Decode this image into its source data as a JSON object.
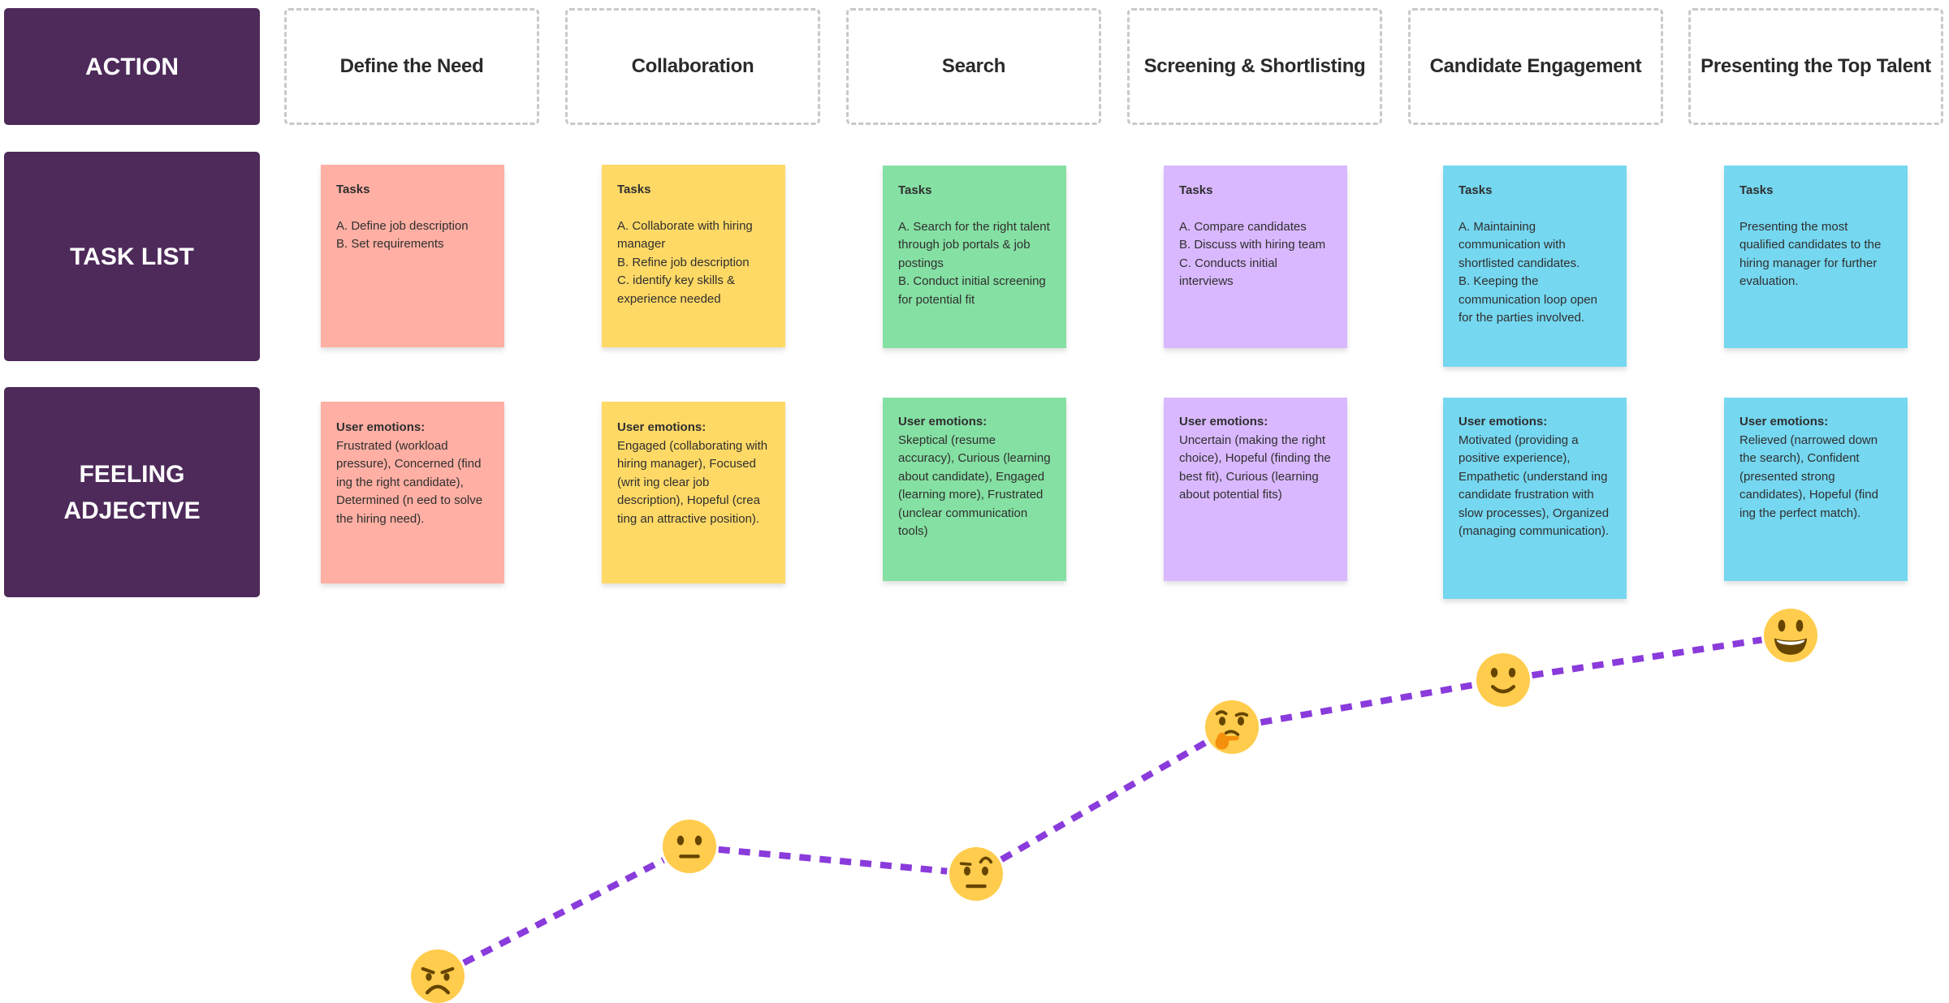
{
  "rows": {
    "action": "ACTION",
    "task_list": "TASK LIST",
    "feeling": "FEELING ADJECTIVE"
  },
  "stages": [
    {
      "title": "Define the Need",
      "color": "#ffafa3",
      "tasks_title": "Tasks",
      "tasks": "A. Define job description\nB. Set requirements",
      "emotions_title": "User emotions:",
      "emotions": "Frustrated (workload pressure), Concerned (find ing the right candidate), Determined (n eed to solve the hiring need).",
      "emoji": "angry-face",
      "sentiment": 0.0
    },
    {
      "title": "Collaboration",
      "color": "#ffd966",
      "tasks_title": "Tasks",
      "tasks": "A. Collaborate with hiring manager\nB. Refine job description\nC. identify key skills & experience needed",
      "emotions_title": "User emotions:",
      "emotions": "Engaged (collaborating with hiring manager), Focused (writ ing clear job description), Hopeful (crea ting an attractive position).",
      "emoji": "neutral-face",
      "sentiment": 0.38
    },
    {
      "title": "Search",
      "color": "#85e0a3",
      "tasks_title": "Tasks",
      "tasks": "A. Search for the right talent through job portals & job postings\nB. Conduct initial screening for potential fit",
      "emotions_title": "User emotions:",
      "emotions": "Skeptical (resume accuracy), Curious (learning about candidate), Engaged (learning more), Frustrated (unclear communication tools)",
      "emoji": "face-with-raised-eyebrow",
      "sentiment": 0.3
    },
    {
      "title": "Screening & Shortlisting",
      "color": "#d9b8ff",
      "tasks_title": "Tasks",
      "tasks": "A. Compare candidates\nB. Discuss with hiring team\nC. Conducts initial interviews",
      "emotions_title": "User emotions:",
      "emotions": "Uncertain (making the right choice), Hopeful (finding the best fit), Curious (learning about potential fits)",
      "emoji": "thinking-face",
      "sentiment": 0.73
    },
    {
      "title": "Candidate Engagement",
      "color": "#75d7f0",
      "tasks_title": "Tasks",
      "tasks": "A. Maintaining communication with shortlisted candidates.\nB. Keeping the communication loop open for the parties involved.",
      "emotions_title": "User emotions:",
      "emotions": "Motivated (providing a positive experience), Empathetic (understand ing candidate frustration with slow processes), Organized (managing communication).",
      "emoji": "slightly-smiling-face",
      "sentiment": 0.87
    },
    {
      "title": "Presenting the Top Talent",
      "color": "#75d7f0",
      "tasks_title": "Tasks",
      "tasks": "Presenting the most qualified candidates to the hiring manager for further evaluation.",
      "emotions_title": "User emotions:",
      "emotions": "Relieved (narrowed down the search), Confident (presented strong candidates), Hopeful (find ing the perfect match).",
      "emoji": "grinning-face",
      "sentiment": 1.0
    }
  ],
  "journey_line": {
    "color": "#8a3bdb",
    "style": "dashed"
  },
  "row_label_color": "#4d2a5a"
}
